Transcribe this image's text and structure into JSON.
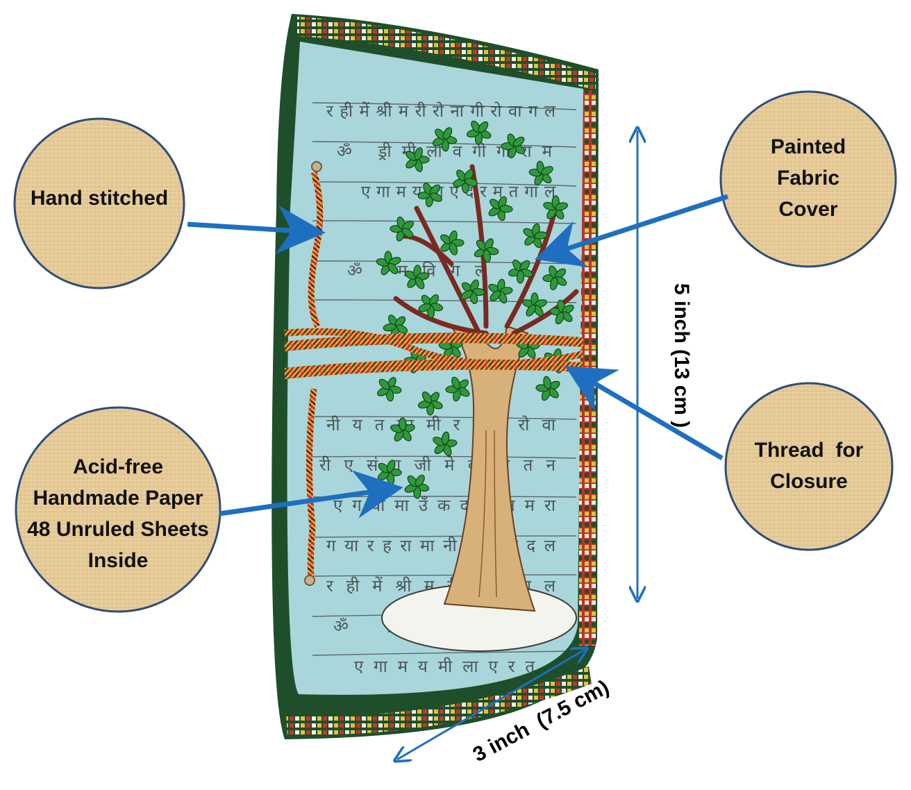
{
  "callouts": {
    "hand_stitched": [
      "Hand stitched"
    ],
    "painted_cover": [
      "Painted",
      "Fabric",
      "Cover"
    ],
    "acid_free": [
      "Acid-free",
      "Handmade Paper",
      "48 Unruled  Sheets",
      "Inside"
    ],
    "thread_closure": [
      "Thread  for",
      "Closure"
    ]
  },
  "dimensions": {
    "height": "5 inch (13 cm )",
    "width": "3 inch  (7.5 cm)"
  },
  "colors": {
    "circle_fill": "#e8cf9f",
    "circle_stroke": "#2f4d78",
    "arrow": "#1f6fc0",
    "cover": "#a9d6da",
    "border_green": "#1f4f2a",
    "border_red": "#b8342a",
    "leaf": "#2e9a3a",
    "trunk": "#d8b07a"
  },
  "icons": {
    "notebook": "handmade-tree-journal-illustration",
    "arrows": "pointer-arrow-icon",
    "dimension_arrows": "double-headed-arrow-icon"
  }
}
